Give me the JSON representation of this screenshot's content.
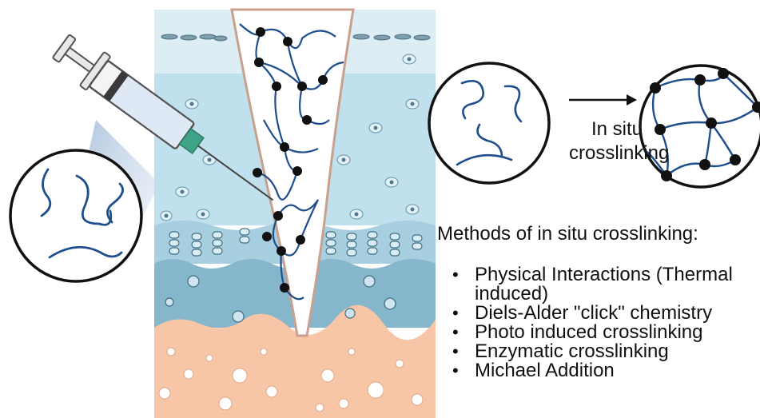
{
  "crosslink_label": [
    "In situ",
    "crosslinking"
  ],
  "methods_heading": "Methods of in situ crosslinking:",
  "methods": [
    "Physical Interactions (Thermal induced)",
    "Diels-Alder \"click\" chemistry",
    "Photo induced crosslinking",
    "Enzymatic crosslinking",
    "Michael Addition"
  ],
  "colors": {
    "polymer_chain": "#1f4e8c",
    "crosslink_node": "#111111",
    "epidermis_top": "#d8ecf3",
    "epidermis_mid": "#b7dbe8",
    "epidermis_basal": "#8fc0d6",
    "dermis": "#f7c6a6",
    "syringe_barrel": "#f2f2f2",
    "needle_hub": "#3fa387",
    "wound_border": "#c9a08e"
  },
  "icons": [
    "syringe-icon",
    "polymer-magnifier-icon",
    "skin-wound-illustration",
    "arrow-right-icon"
  ]
}
